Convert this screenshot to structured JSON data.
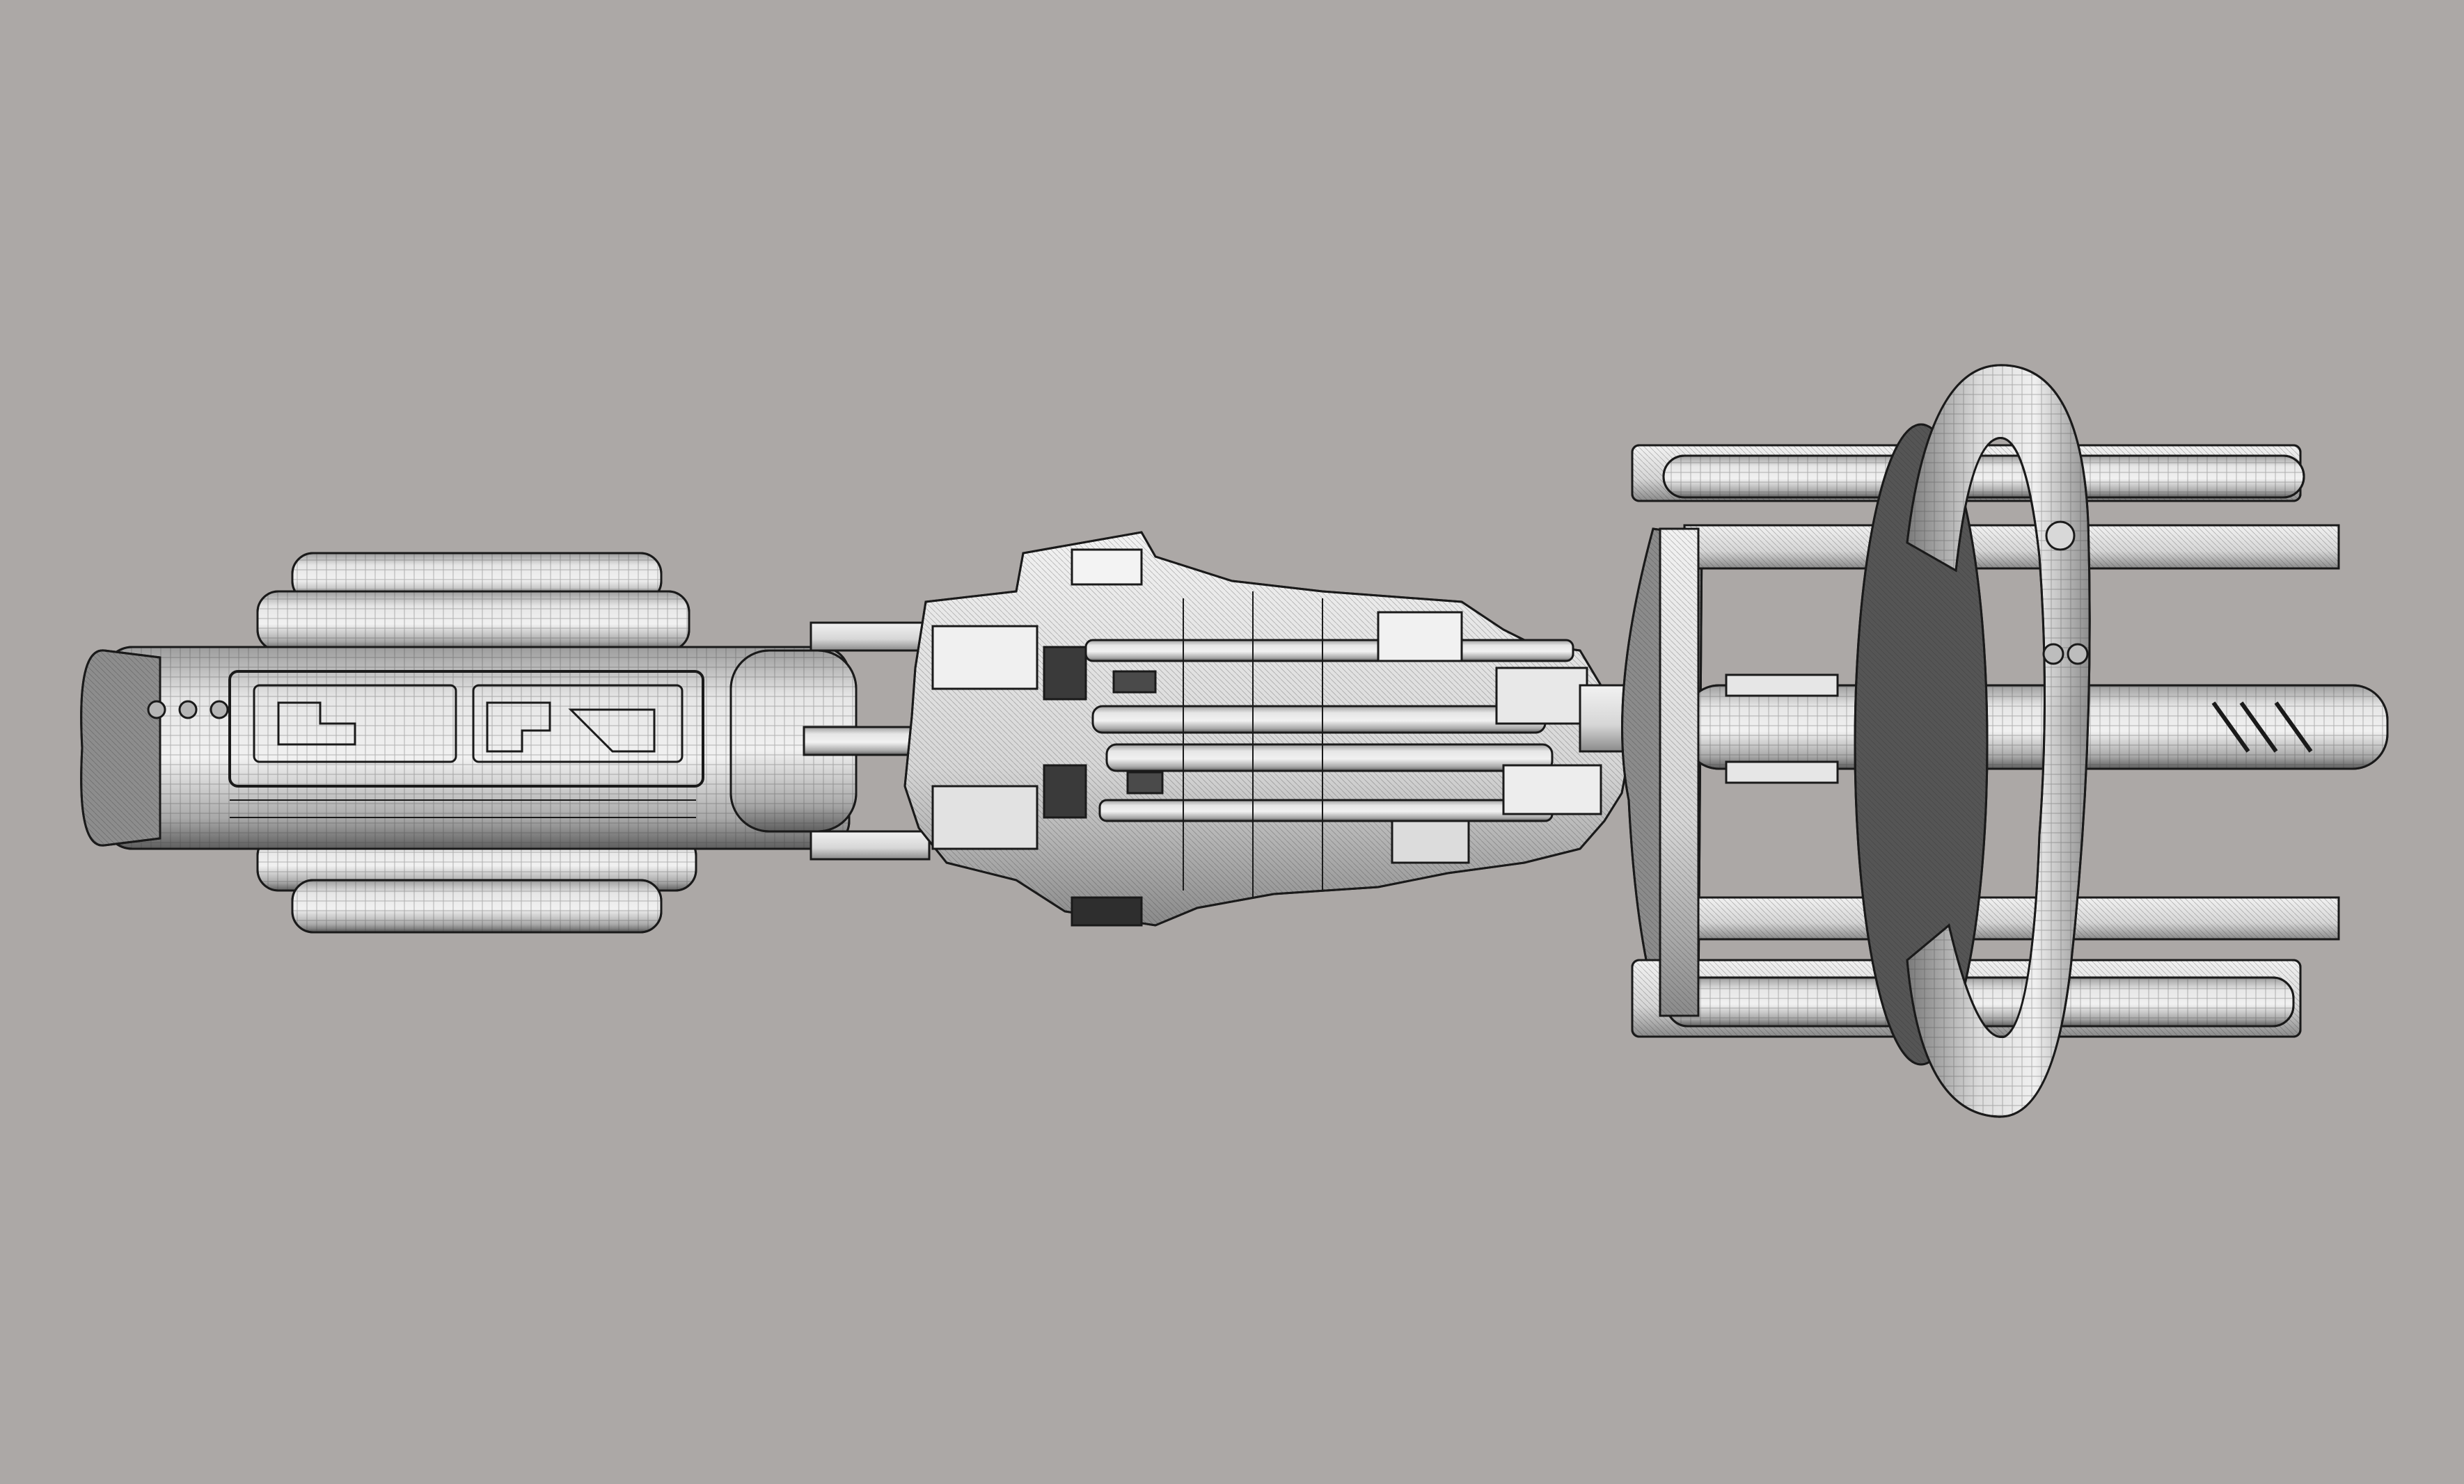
{
  "scene": {
    "background_color": "#aca8a6",
    "subject": "spaceship-wireframe-render",
    "render_style": "hidden-line wireframe over light gray shaded panels",
    "palette": {
      "hull_light": "#e8e8e8",
      "hull_mid": "#c9c9c9",
      "hull_shadow": "#6e6e6e",
      "line": "#1a1a1a",
      "dark": "#2b2b2b"
    }
  },
  "sections": [
    {
      "id": "rear-engine-module",
      "icon": "cylinder-engine-icon"
    },
    {
      "id": "mid-connector-module",
      "icon": "machinery-icon"
    },
    {
      "id": "forward-ring-module",
      "icon": "ring-icon"
    }
  ]
}
